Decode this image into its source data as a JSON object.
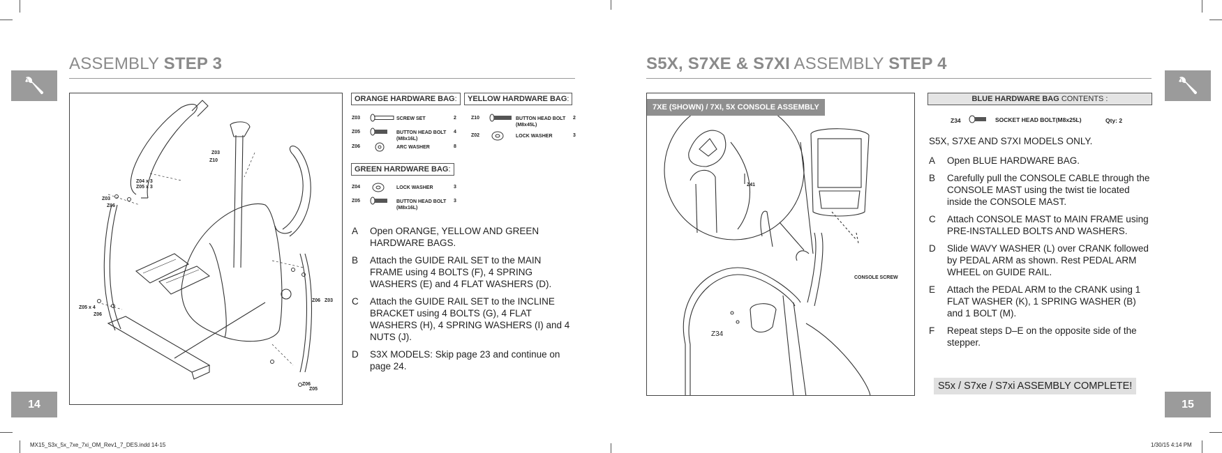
{
  "left_page": {
    "header_light": "ASSEMBLY",
    "header_bold": "STEP 3",
    "page_number": "14",
    "diagram_labels": {
      "z03_top": "Z03",
      "z10_top": "Z10",
      "z04x3": "Z04 x 3",
      "z05x3": "Z05 x 3",
      "z03_left": "Z03",
      "z06_left": "Z06",
      "z05x4": "Z05 x 4",
      "z06_bottom": "Z06",
      "z06_right": "Z06",
      "z03_right": "Z03",
      "z06_br": "Z06",
      "z05_br": "Z05"
    },
    "orange_bag": {
      "title": "ORANGE HARDWARE BAG",
      "sep": ":",
      "items": [
        {
          "code": "Z03",
          "name": "SCREW SET",
          "qty": "2"
        },
        {
          "code": "Z05",
          "name": "BUTTON HEAD BOLT (M8x16L)",
          "qty": "4"
        },
        {
          "code": "Z06",
          "name": "ARC WASHER",
          "qty": "8"
        }
      ]
    },
    "yellow_bag": {
      "title": "YELLOW HARDWARE BAG",
      "sep": ":",
      "items": [
        {
          "code": "Z10",
          "name": "BUTTON HEAD BOLT (M8x45L)",
          "qty": "2"
        },
        {
          "code": "Z02",
          "name": "LOCK WASHER",
          "qty": "3"
        }
      ]
    },
    "green_bag": {
      "title": "GREEN HARDWARE BAG",
      "sep": ":",
      "items": [
        {
          "code": "Z04",
          "name": "LOCK WASHER",
          "qty": "3"
        },
        {
          "code": "Z05",
          "name": "BUTTON HEAD BOLT (M8x16L)",
          "qty": "3"
        }
      ]
    },
    "steps": [
      {
        "letter": "A",
        "text": "Open ORANGE, YELLOW AND GREEN HARDWARE BAGS."
      },
      {
        "letter": "B",
        "text": "Attach the GUIDE RAIL SET to the MAIN FRAME using 4 BOLTS (F), 4 SPRING WASHERS (E) and 4 FLAT WASHERS (D)."
      },
      {
        "letter": "C",
        "text": "Attach the GUIDE RAIL SET to the INCLINE BRACKET using 4 BOLTS (G), 4 FLAT WASHERS (H), 4 SPRING WASHERS (I) and 4 NUTS (J)."
      },
      {
        "letter": "D",
        "text": "S3X MODELS: Skip page 23 and continue on page 24."
      }
    ]
  },
  "right_page": {
    "header_bold1": "S5X, S7XE & S7XI",
    "header_light": "ASSEMBLY",
    "header_bold2": "STEP 4",
    "page_number": "15",
    "console_banner": "7XE (SHOWN) / 7XI, 5X CONSOLE ASSEMBLY",
    "diagram_labels": {
      "z41": "Z41",
      "console_screw": "CONSOLE SCREW",
      "z34": "Z34"
    },
    "blue_bag": {
      "title_bold": "BLUE HARDWARE BAG",
      "title_rest": "CONTENTS :",
      "item_code": "Z34",
      "item_name": "SOCKET HEAD BOLT(M8x25L)",
      "item_qty": "Qty: 2"
    },
    "models_note": "S5X, S7XE AND S7XI MODELS ONLY.",
    "steps": [
      {
        "letter": "A",
        "text": "Open BLUE HARDWARE BAG."
      },
      {
        "letter": "B",
        "text": "Carefully pull the CONSOLE CABLE through the CONSOLE MAST using the twist tie located inside the CONSOLE MAST."
      },
      {
        "letter": "C",
        "text": "Attach CONSOLE MAST to MAIN FRAME using PRE-INSTALLED BOLTS AND WASHERS."
      },
      {
        "letter": "D",
        "text": "Slide WAVY WASHER (L) over CRANK followed by PEDAL ARM as shown. Rest PEDAL ARM WHEEL on GUIDE RAIL."
      },
      {
        "letter": "E",
        "text": "Attach the PEDAL ARM to the CRANK using 1 FLAT WASHER (K), 1 SPRING WASHER (B) and 1 BOLT (M)."
      },
      {
        "letter": "F",
        "text": "Repeat steps D–E on the opposite side of the stepper."
      }
    ],
    "complete_text": "S5x / S7xe / S7xi ASSEMBLY COMPLETE!"
  },
  "footer": {
    "filename": "MX15_S3x_5x_7xe_7xi_OM_Rev1_7_DES.indd   14-15",
    "timestamp": "1/30/15   4:14 PM"
  }
}
